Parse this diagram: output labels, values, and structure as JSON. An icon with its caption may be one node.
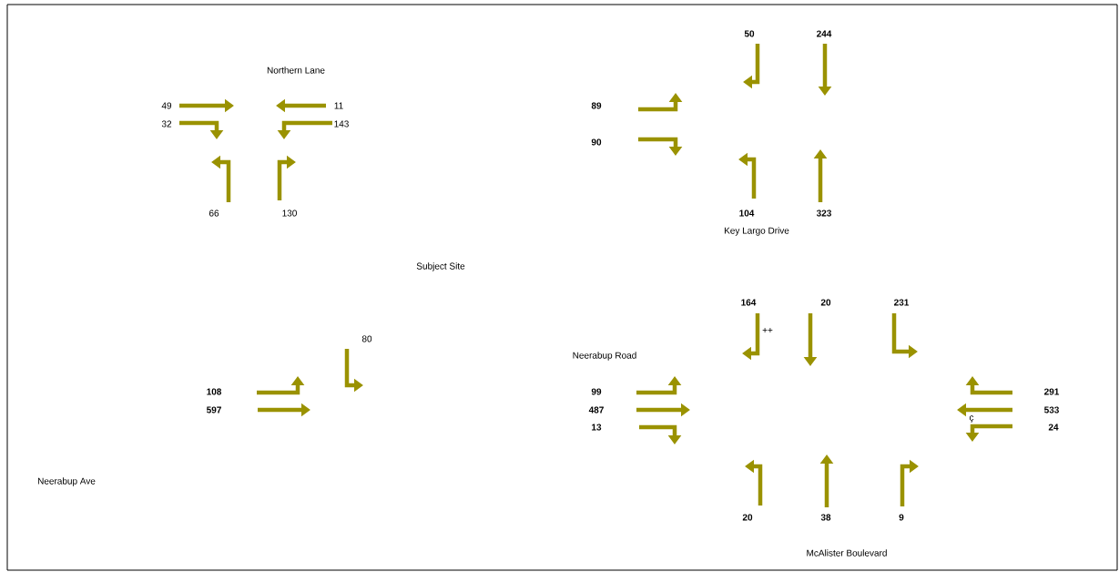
{
  "diagram": {
    "labels": [
      "50",
      "244",
      "Northern Lane",
      "49",
      "11",
      "89",
      "32",
      "143",
      "90",
      "66",
      "130",
      "104",
      "323",
      "Key Largo Drive",
      "Subject Site",
      "164",
      "20",
      "231",
      "++",
      "80",
      "Neerabup Road",
      "108",
      "99",
      "291",
      "597",
      "487",
      "533",
      "ç",
      "13",
      "24",
      "Neerabup Ave",
      "20",
      "38",
      "9",
      "McAlister Boulevard"
    ]
  }
}
